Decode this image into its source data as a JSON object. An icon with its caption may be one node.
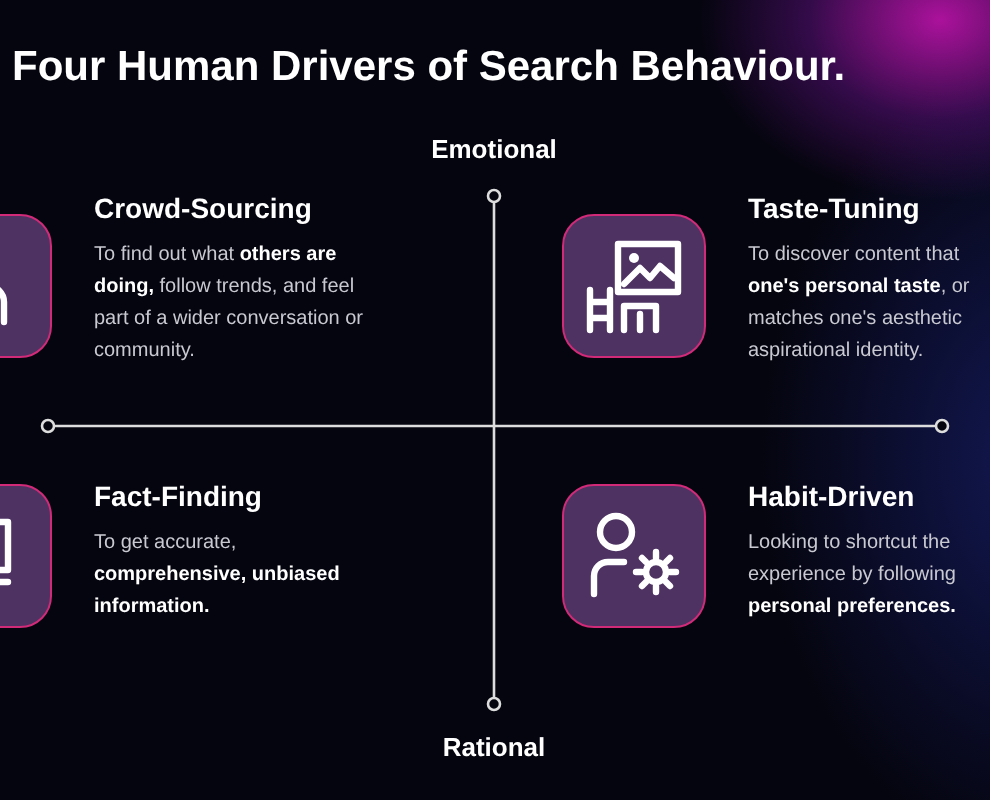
{
  "diagram": {
    "title": "Four Human Drivers of Search Behaviour.",
    "nodes": [
      {
        "text": [
          "Crowd-Sourcing",
          "To find out what **others are doing,** follow trends, and feel part of a wider conversation or community."
        ]
      },
      {
        "text": [
          "Taste-Tuning",
          "To discover content that **one's personal taste**, or matches one's aesthetic aspirational identity."
        ]
      },
      {
        "text": [
          "Fact-Finding",
          "To get accurate, **comprehensive, unbiased information.**"
        ]
      },
      {
        "text": [
          "Habit-Driven",
          "Looking to shortcut the experience by following **personal preferences.**"
        ]
      }
    ],
    "labels": [
      "Emotional",
      "Rational"
    ]
  }
}
